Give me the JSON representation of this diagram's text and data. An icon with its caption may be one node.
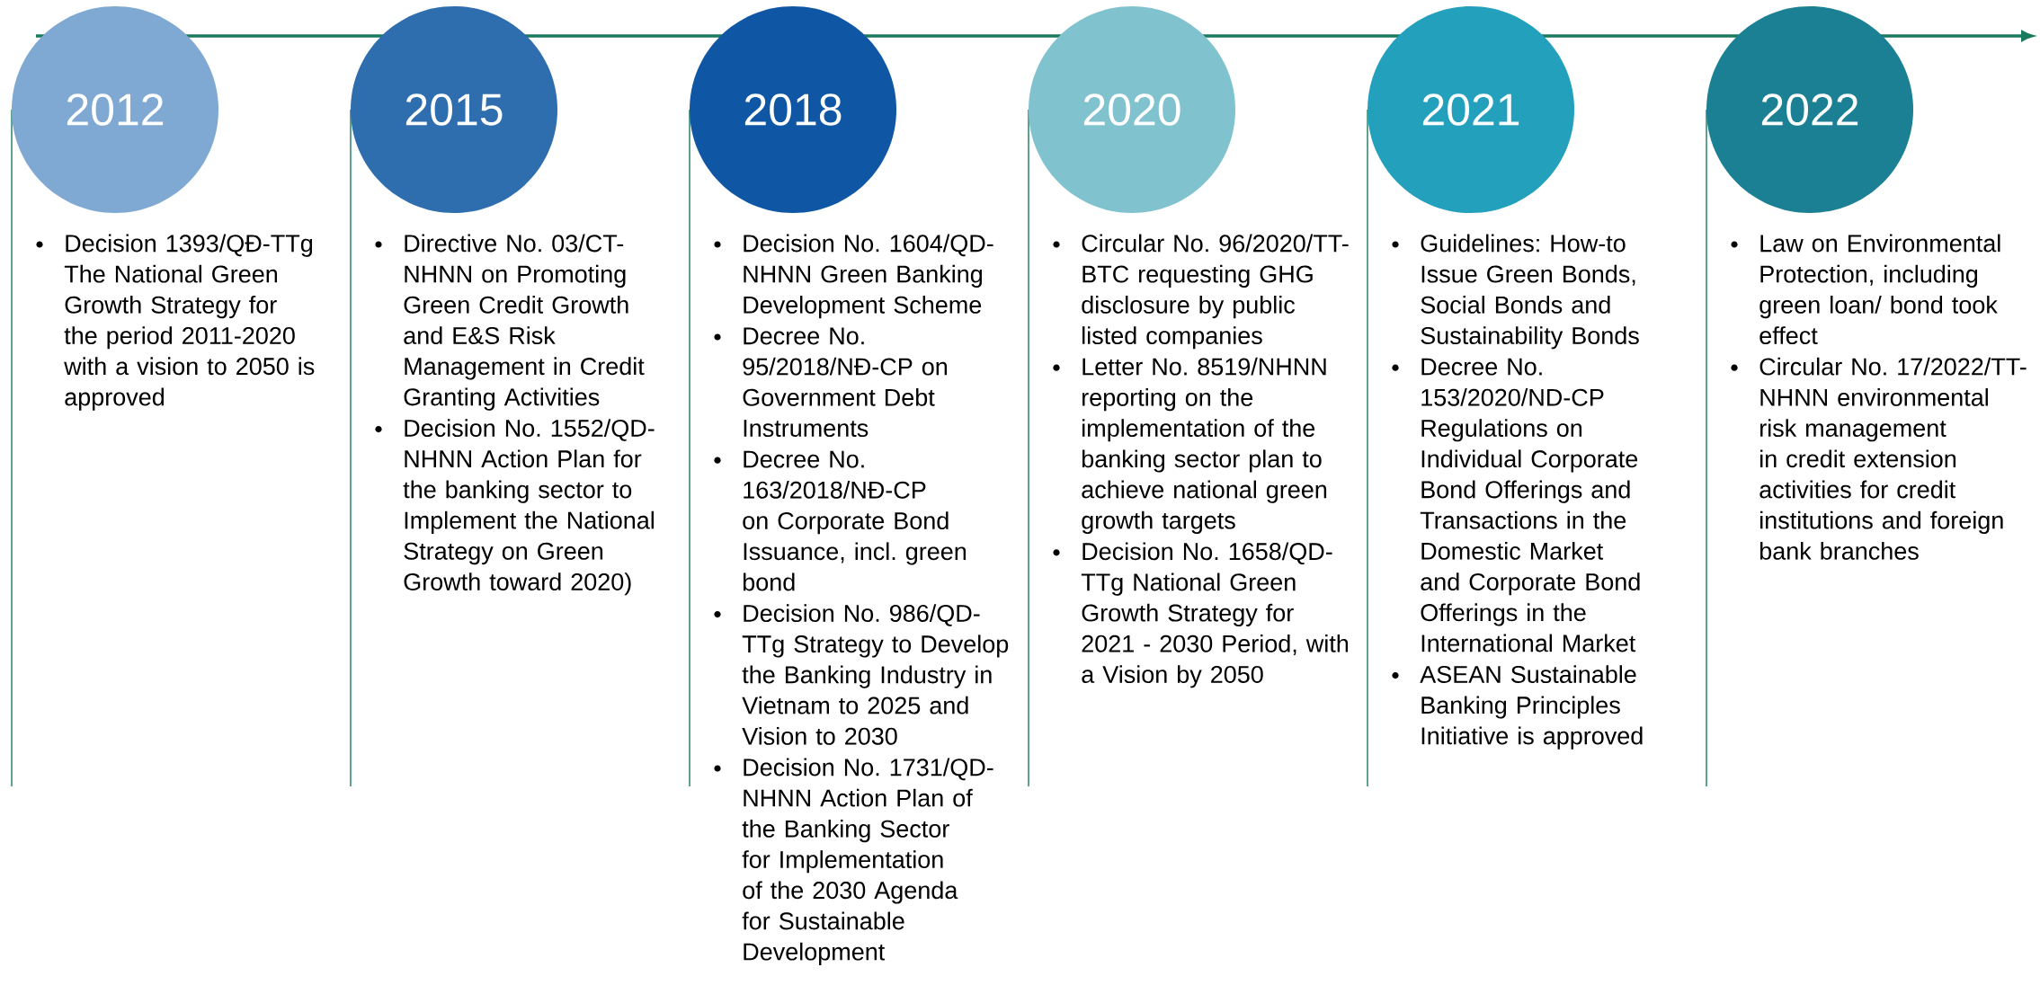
{
  "diagram": {
    "nodes": [
      {
        "text": [
          "2012"
        ],
        "beside": [
          "Decision 1393/QĐ-TTg The National Green Growth Strategy for the period 2011-2020 with a vision to 2050 is approved"
        ]
      },
      {
        "text": [
          "2015"
        ],
        "beside": [
          "Directive No. 03/CT-NHNN on Promoting Green Credit Growth and E&S Risk Management in Credit Granting Activities",
          "Decision No. 1552/QD-NHNN Action Plan for the banking sector to Implement the National Strategy on Green Growth toward 2020)"
        ]
      },
      {
        "text": [
          "2018"
        ],
        "beside": [
          "Decision No. 1604/QD-NHNN Green Banking Development Scheme",
          "Decree No. 95/2018/NĐ-CP on Government Debt Instruments",
          "Decree No. 163/2018/NĐ-CP on Corporate Bond Issuance, incl. green bond",
          "Decision No. 986/QD-TTg Strategy to Develop the Banking Industry in Vietnam to 2025 and Vision to 2030",
          "Decision No. 1731/QD-NHNN Action Plan of the Banking Sector for Implementation of the 2030 Agenda for Sustainable Development"
        ]
      },
      {
        "text": [
          "2020"
        ],
        "beside": [
          "Circular No. 96/2020/TT-BTC requesting GHG disclosure by public listed companies",
          "Letter No. 8519/NHNN reporting on the implementation of the banking sector plan to achieve national green growth targets",
          "Decision No. 1658/QD-TTg National Green Growth Strategy for 2021 - 2030 Period, with a Vision by 2050"
        ]
      },
      {
        "text": [
          "2021"
        ],
        "beside": [
          "Guidelines: How-to Issue Green Bonds, Social Bonds and Sustainability Bonds",
          "Decree No. 153/2020/ND-CP Regulations on Individual Corporate Bond Offerings and Transactions in the Domestic Market and Corporate Bond Offerings in the International Market",
          "ASEAN Sustainable Banking Principles Initiative is approved"
        ]
      },
      {
        "text": [
          "2022"
        ],
        "beside": [
          "Law on Environmental Protection, including green loan/ bond took effect",
          "Circular No. 17/2022/TT-NHNN environmental risk management in credit extension activities for credit institutions and foreign bank branches"
        ]
      }
    ]
  }
}
